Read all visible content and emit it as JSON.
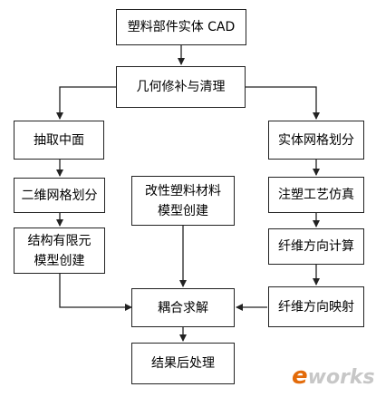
{
  "nodes": {
    "n1": "塑料部件实体 CAD",
    "n2": "几何修补与清理",
    "n3": "抽取中面",
    "n4": "二维网格划分",
    "n5": "结构有限元模型创建",
    "n6": "改性塑料材料模型创建",
    "n7": "耦合求解",
    "n8": "结果后处理",
    "n9": "实体网格划分",
    "n10": "注塑工艺仿真",
    "n11": "纤维方向计算",
    "n12": "纤维方向映射"
  },
  "watermark": {
    "e": "e",
    "rest": "works"
  },
  "colors": {
    "line": "#222222",
    "watermark": "#f08a1a"
  }
}
